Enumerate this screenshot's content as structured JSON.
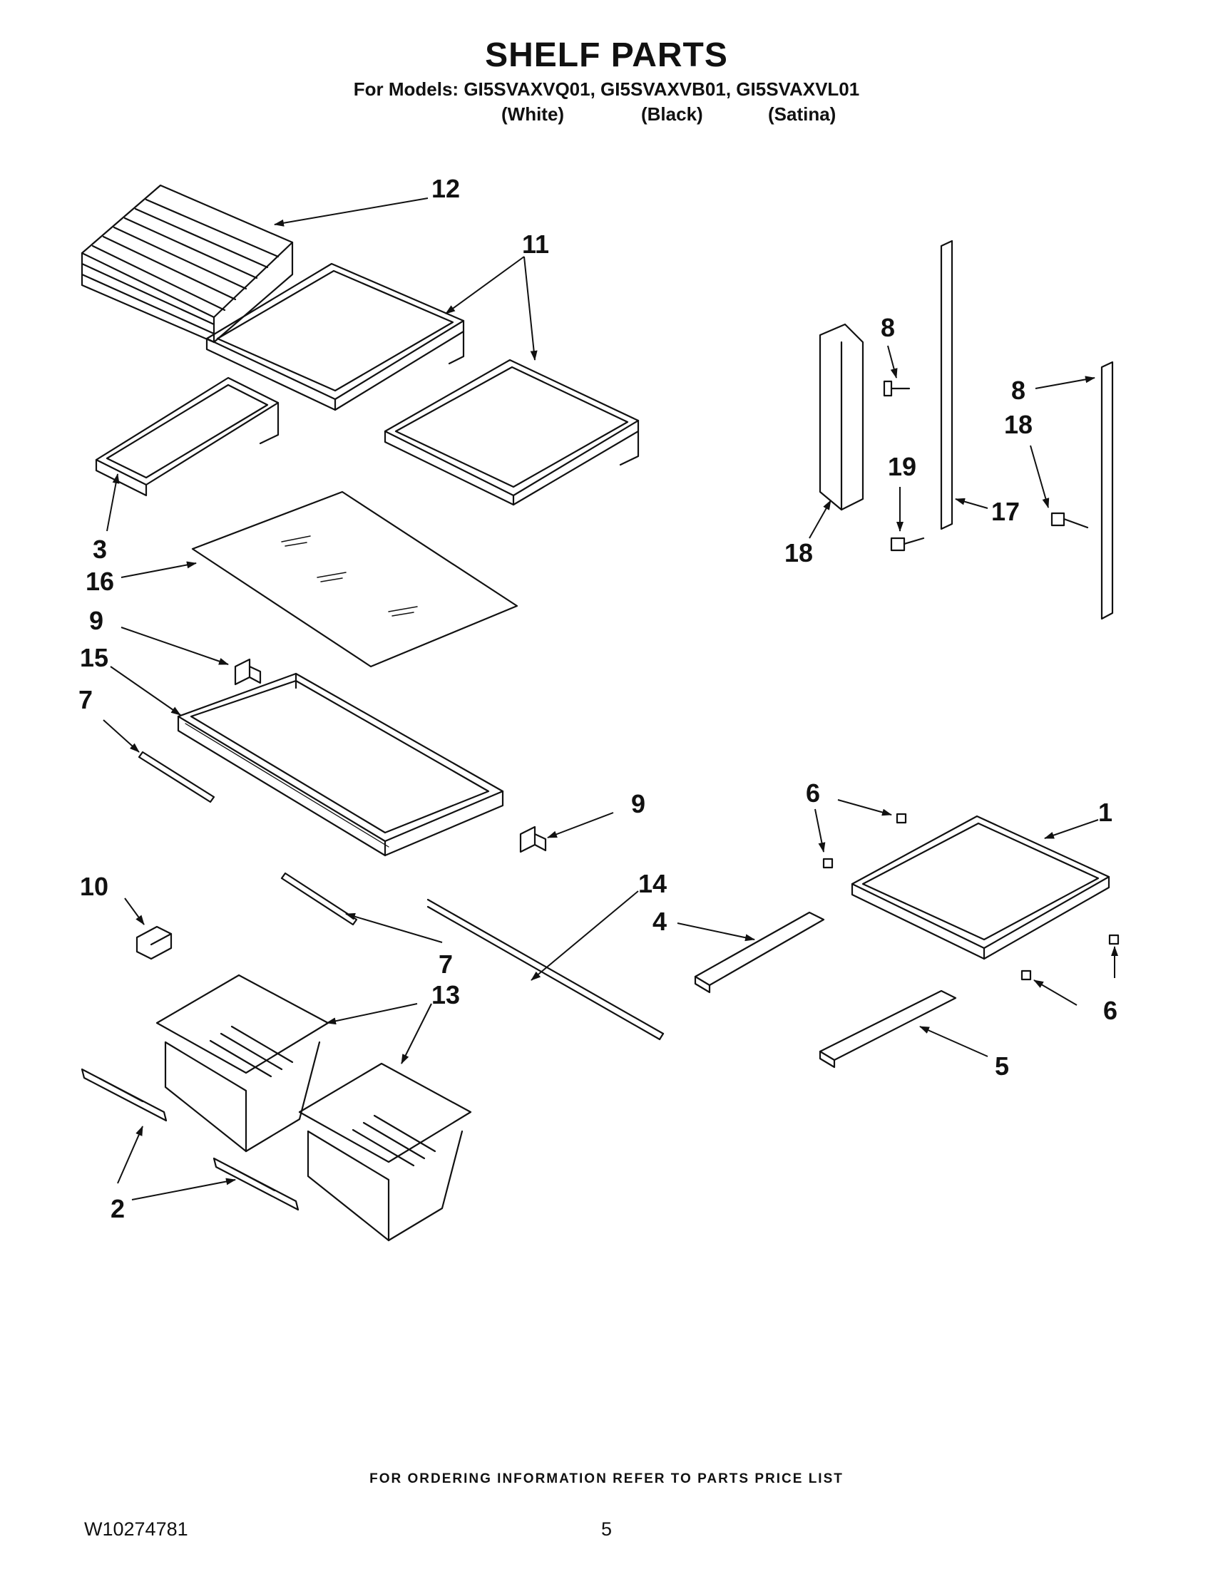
{
  "header": {
    "title": "SHELF PARTS",
    "subtitle": "For Models: GI5SVAXVQ01, GI5SVAXVB01, GI5SVAXVL01",
    "variants": [
      "(White)",
      "(Black)",
      "(Satina)"
    ]
  },
  "callouts": {
    "c1": "1",
    "c2": "2",
    "c3": "3",
    "c4": "4",
    "c5": "5",
    "c6a": "6",
    "c6b": "6",
    "c7a": "7",
    "c7b": "7",
    "c8a": "8",
    "c8b": "8",
    "c9a": "9",
    "c9b": "9",
    "c10": "10",
    "c11": "11",
    "c12": "12",
    "c13": "13",
    "c14": "14",
    "c15": "15",
    "c16": "16",
    "c17": "17",
    "c18a": "18",
    "c18b": "18",
    "c19": "19"
  },
  "footer": {
    "note": "FOR ORDERING INFORMATION REFER TO PARTS PRICE LIST",
    "doc_number": "W10274781",
    "page_number": "5"
  }
}
